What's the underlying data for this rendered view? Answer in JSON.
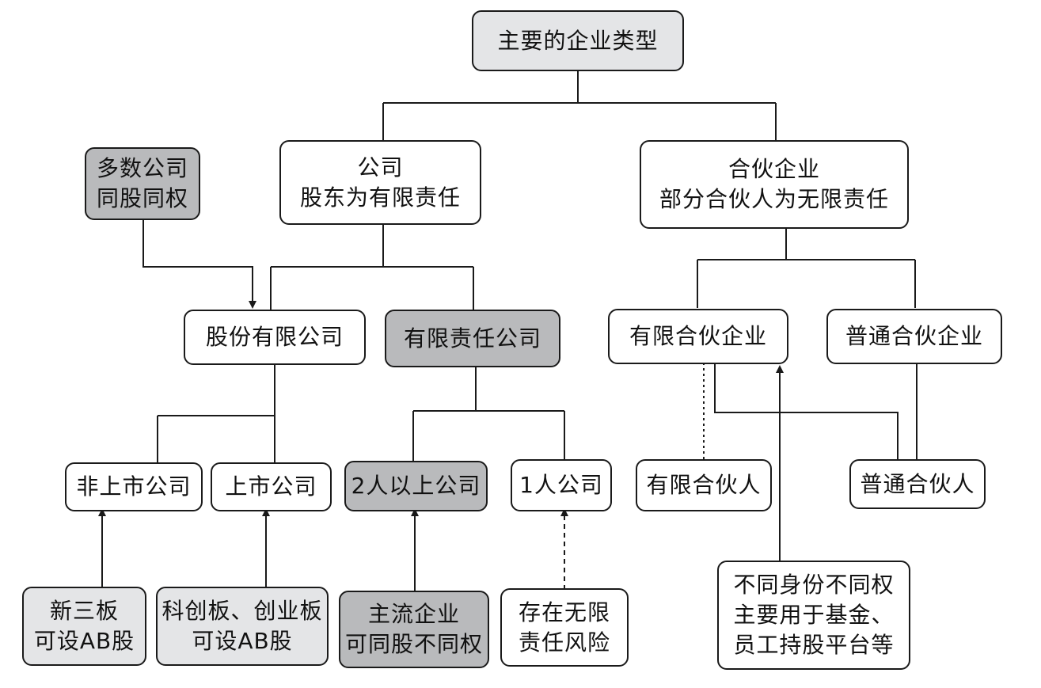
{
  "colors": {
    "line": "#1a1a1a",
    "fill_white": "#ffffff",
    "fill_light_gray": "#e4e5e7",
    "fill_dark_gray": "#b9babc"
  },
  "nodes": {
    "root": {
      "lines": [
        "主要的企业类型"
      ]
    },
    "company": {
      "lines": [
        "公司",
        "股东为有限责任"
      ]
    },
    "partnership": {
      "lines": [
        "合伙企业",
        "部分合伙人为无限责任"
      ]
    },
    "most_companies": {
      "lines": [
        "多数公司",
        "同股同权"
      ]
    },
    "joint_stock": {
      "lines": [
        "股份有限公司"
      ]
    },
    "limited_liability": {
      "lines": [
        "有限责任公司"
      ]
    },
    "limited_partnership": {
      "lines": [
        "有限合伙企业"
      ]
    },
    "general_partnership": {
      "lines": [
        "普通合伙企业"
      ]
    },
    "unlisted": {
      "lines": [
        "非上市公司"
      ]
    },
    "listed": {
      "lines": [
        "上市公司"
      ]
    },
    "two_plus": {
      "lines": [
        "2人以上公司"
      ]
    },
    "one_person": {
      "lines": [
        "1人公司"
      ]
    },
    "limited_partner": {
      "lines": [
        "有限合伙人"
      ]
    },
    "general_partner": {
      "lines": [
        "普通合伙人"
      ]
    },
    "neeq": {
      "lines": [
        "新三板",
        "可设AB股"
      ]
    },
    "star_chinext": {
      "lines": [
        "科创板、创业板",
        "可设AB股"
      ]
    },
    "mainstream": {
      "lines": [
        "主流企业",
        "可同股不同权"
      ]
    },
    "unlimited_risk": {
      "lines": [
        "存在无限",
        "责任风险"
      ]
    },
    "different_identity": {
      "lines": [
        "不同身份不同权",
        "主要用于基金、",
        "员工持股平台等"
      ]
    }
  }
}
